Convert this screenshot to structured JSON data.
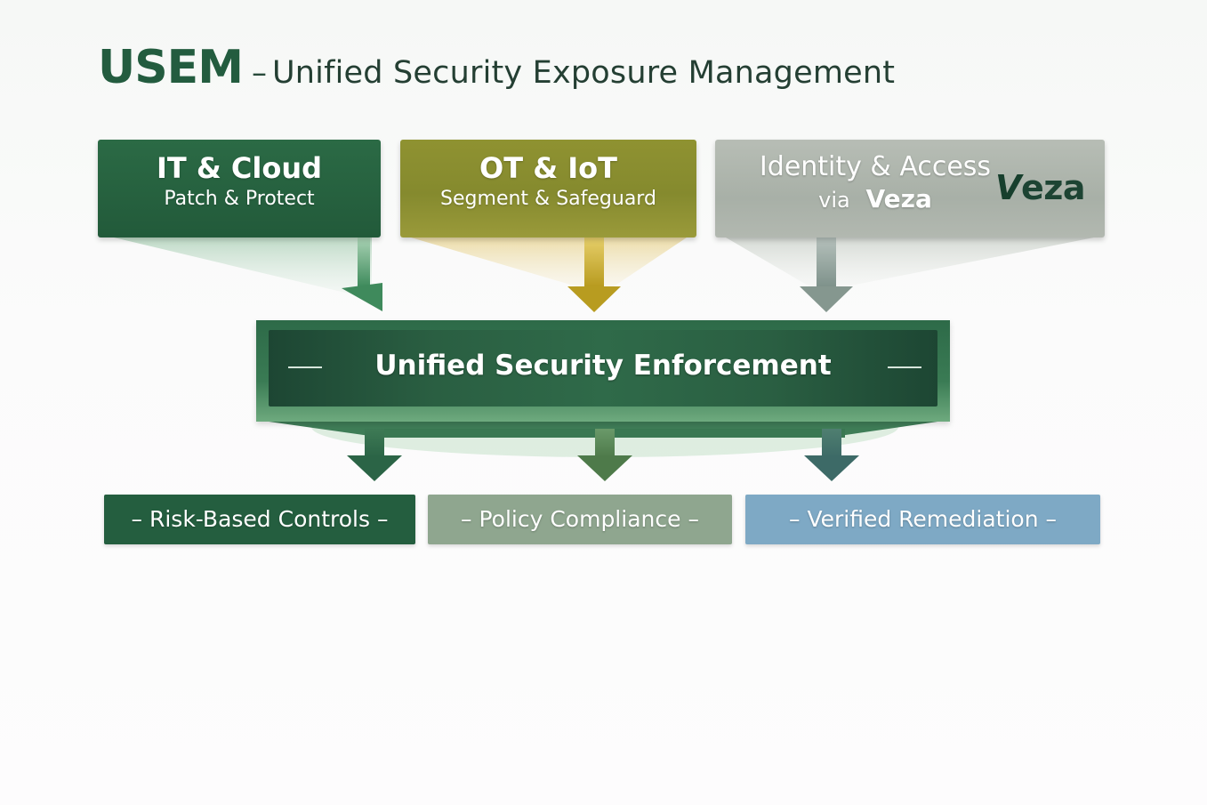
{
  "title": {
    "brand": "USEM",
    "dash": "–",
    "subtitle": "Unified Security Exposure Management"
  },
  "sources": [
    {
      "title": "IT & Cloud",
      "subtitle": "Patch & Protect"
    },
    {
      "title": "OT & IoT",
      "subtitle": "Segment & Safeguard"
    },
    {
      "line1": "Identity & Access",
      "via": "via",
      "vendor": "Veza",
      "logo_v": "V",
      "logo_rest": "eza"
    }
  ],
  "hub": {
    "label": "Unified Security Enforcement",
    "dash": "—"
  },
  "outcomes": [
    {
      "label": "– Risk-Based Controls –"
    },
    {
      "label": "– Policy Compliance –"
    },
    {
      "label": "– Verified Remediation –"
    }
  ],
  "colors": {
    "dark_green": "#245e3f",
    "olive": "#8f9231",
    "grey_green": "#aab2a9",
    "sage": "#8fa68f",
    "steel_blue": "#7ea9c5"
  }
}
